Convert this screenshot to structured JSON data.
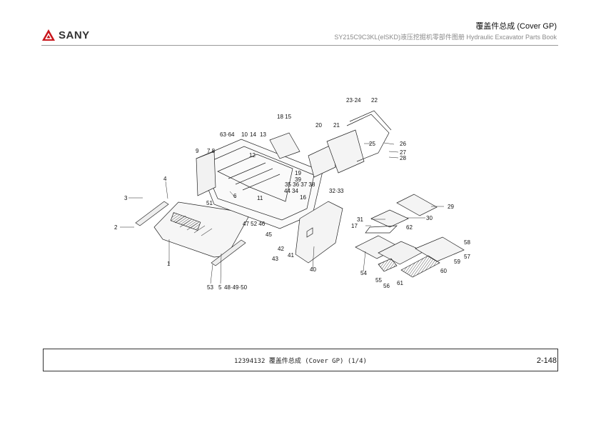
{
  "header": {
    "brand": "SANY",
    "title": "覆盖件总成 (Cover GP)",
    "subtitle": "SY215C9C3KL(elSKD)液压挖掘机零部件图册 Hydraulic Excavator Parts Book"
  },
  "callouts": {
    "c1": "1",
    "c2": "2",
    "c3": "3",
    "c4": "4",
    "c5": "5",
    "c6": "6",
    "c7_8": "7 8",
    "c9": "9",
    "c10": "10",
    "c11": "11",
    "c12": "12",
    "c13": "13",
    "c14": "14",
    "c16": "16",
    "c17": "17",
    "c18_15": "18 15",
    "c19": "19",
    "c20": "20",
    "c21": "21",
    "c22": "22",
    "c23_24": "23·24",
    "c25": "25",
    "c26": "26",
    "c27": "27",
    "c28": "28",
    "c29": "29",
    "c30": "30",
    "c31": "31",
    "c32_33": "32·33",
    "c34": "34",
    "c35_38": "35 36 37 38",
    "c39": "39",
    "c40": "40",
    "c41": "41",
    "c42": "42",
    "c43": "43",
    "c44": "44",
    "c45": "45",
    "c47_46": "47 52 46",
    "c48_50": "48·49·50",
    "c51": "51",
    "c53": "53",
    "c54": "54",
    "c55": "55",
    "c56": "56",
    "c57": "57",
    "c58": "58",
    "c59": "59",
    "c60": "60",
    "c61": "61",
    "c62": "62",
    "c63_64": "63·64"
  },
  "footer": {
    "caption": "12394132 覆盖件总成 (Cover GP) (1/4)",
    "page_number": "2-148"
  }
}
